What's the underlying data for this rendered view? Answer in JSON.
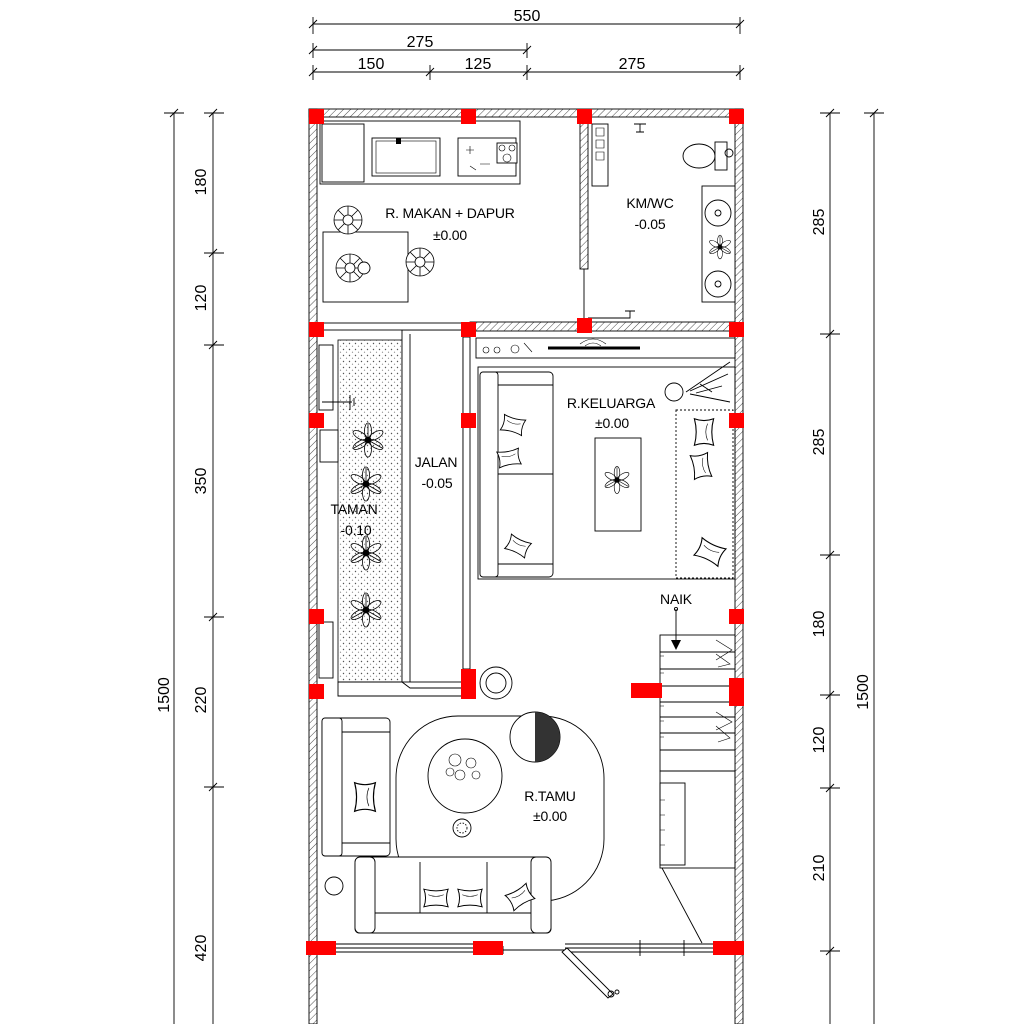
{
  "dimensions": {
    "top": {
      "overall": "550",
      "left_half": "275",
      "segment_1": "150",
      "segment_2": "125",
      "segment_3": "275"
    },
    "left": {
      "segment_1": "180",
      "segment_2": "120",
      "segment_3": "350",
      "segment_4": "220",
      "segment_5": "420",
      "overall": "1500"
    },
    "right": {
      "segment_1": "285",
      "segment_2": "285",
      "segment_3": "180",
      "segment_4": "120",
      "segment_5": "210",
      "overall": "1500"
    }
  },
  "rooms": {
    "dining_kitchen": {
      "name": "R. MAKAN + DAPUR",
      "level": "±0.00"
    },
    "bathroom": {
      "name": "KM/WC",
      "level": "-0.05"
    },
    "family_room": {
      "name": "R.KELUARGA",
      "level": "±0.00"
    },
    "walkway": {
      "name": "JALAN",
      "level": "-0.05"
    },
    "garden": {
      "name": "TAMAN",
      "level": "-0.10"
    },
    "living_room": {
      "name": "R.TAMU",
      "level": "±0.00"
    }
  },
  "stairs": {
    "direction_label": "NAIK"
  },
  "colors": {
    "column": "#ff0000",
    "line": "#000000",
    "background": "#ffffff"
  }
}
